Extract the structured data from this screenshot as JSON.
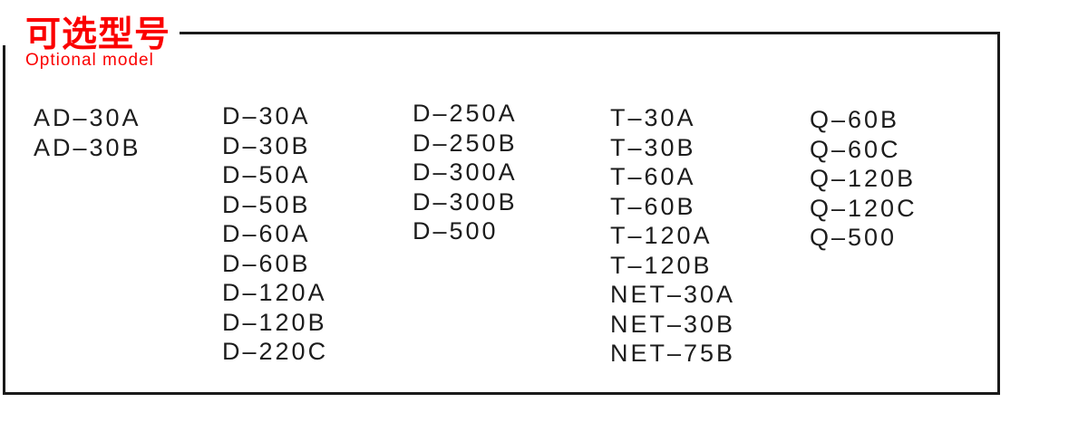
{
  "title": {
    "zh": "可选型号",
    "en": "Optional model"
  },
  "colors": {
    "accent_red": "#fb0000",
    "frame_black": "#1a1a1a",
    "text_black": "#1c1c1c"
  },
  "columns": [
    {
      "models": [
        "AD-30A",
        "AD-30B"
      ]
    },
    {
      "models": [
        "D-30A",
        "D-30B",
        "D-50A",
        "D-50B",
        "D-60A",
        "D-60B",
        "D-120A",
        "D-120B",
        "D-220C"
      ]
    },
    {
      "models": [
        "D-250A",
        "D-250B",
        "D-300A",
        "D-300B",
        "D-500"
      ]
    },
    {
      "models": [
        "T-30A",
        "T-30B",
        "T-60A",
        "T-60B",
        "T-120A",
        "T-120B",
        "NET-30A",
        "NET-30B",
        "NET-75B"
      ]
    },
    {
      "models": [
        "Q-60B",
        "Q-60C",
        "Q-120B",
        "Q-120C",
        "Q-500"
      ]
    }
  ]
}
